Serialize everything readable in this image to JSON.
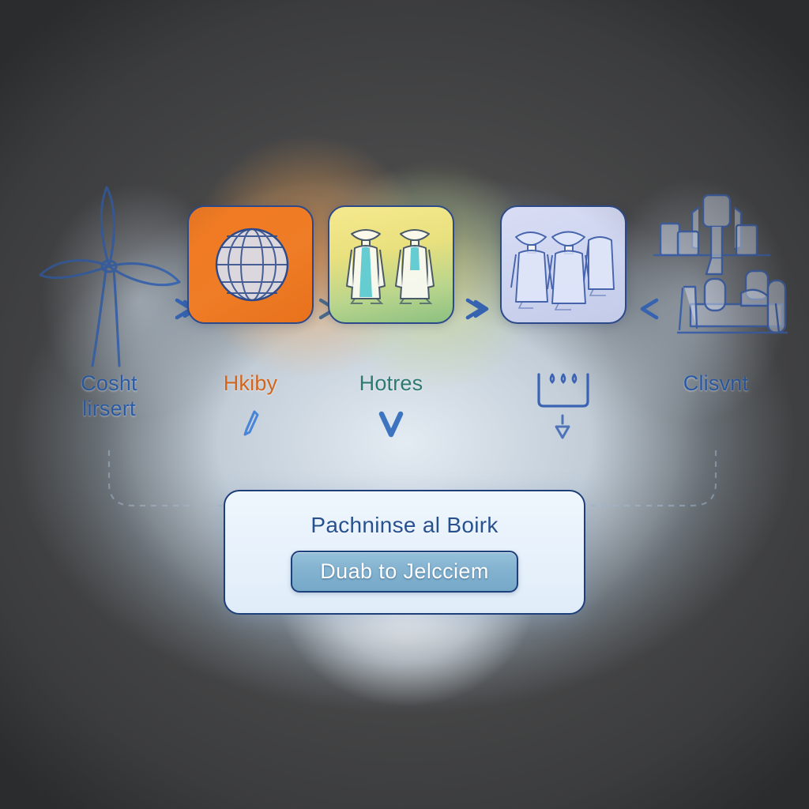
{
  "theme": {
    "background_color": "#484849",
    "sketch_line_color": "#2f5aa8",
    "accent_blue": "#2a5ba8",
    "accent_orange": "#d4651c",
    "accent_teal": "#2d7a73",
    "panel_border": "#1d3f7a",
    "cta_fill": "#82b2cf",
    "cta_text_color": "#ffffff"
  },
  "flow": {
    "nodes": [
      {
        "id": "node-1",
        "icon_name": "wind-turbine-icon",
        "label": "Cosht\nlirsert",
        "label_color": "#2a5ba8",
        "card_style": "none",
        "sub_glyph": ""
      },
      {
        "id": "node-2",
        "icon_name": "globe-sphere-icon",
        "label": "Hkiby",
        "label_color": "#d4651c",
        "card_style": "orange",
        "sub_glyph": "pen-icon"
      },
      {
        "id": "node-3",
        "icon_name": "two-figures-icon",
        "label": "Hotres",
        "label_color": "#2d7a73",
        "card_style": "yellow-green",
        "sub_glyph": "check-v-icon"
      },
      {
        "id": "node-4",
        "icon_name": "group-figures-icon",
        "label": "",
        "label_color": "#2a5ba8",
        "card_style": "lavender",
        "sub_glyph": "basket-icon"
      },
      {
        "id": "node-5",
        "icon_name": "people-at-desk-icon",
        "label": "Clisvnt",
        "label_color": "#2a5ba8",
        "card_style": "none",
        "sub_glyph": ""
      }
    ],
    "arrows": [
      {
        "id": "arrow-1",
        "icon_name": "chevron-right-icon",
        "direction": "right"
      },
      {
        "id": "arrow-2",
        "icon_name": "chevron-right-icon",
        "direction": "right"
      },
      {
        "id": "arrow-3",
        "icon_name": "chevron-right-icon",
        "direction": "right"
      },
      {
        "id": "arrow-4",
        "icon_name": "chevron-left-icon",
        "direction": "left"
      }
    ]
  },
  "panel": {
    "title": "Pachninse al Boirk",
    "cta_label": "Duab to  Jelcciem"
  }
}
